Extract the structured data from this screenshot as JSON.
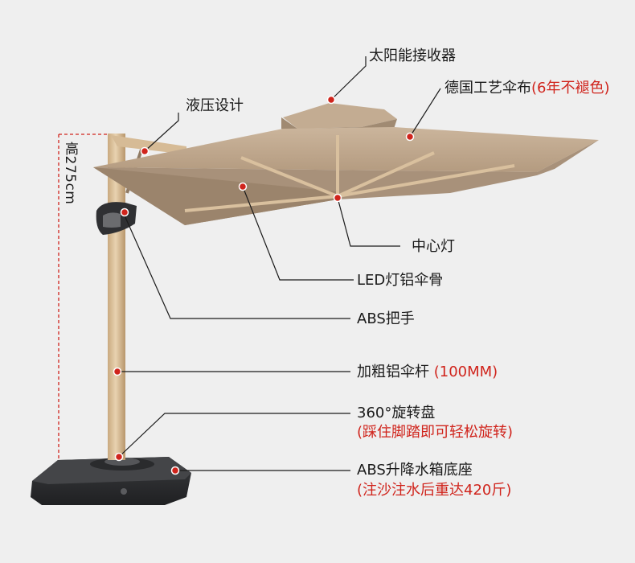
{
  "height_label": "高275cm",
  "labels": {
    "solar": "太阳能接收器",
    "fabric": "德国工艺伞布",
    "fabric_note": "(6年不褪色)",
    "hydraulic": "液压设计",
    "center_light": "中心灯",
    "led_ribs": "LED灯铝伞骨",
    "abs_handle": "ABS把手",
    "pole": "加粗铝伞杆",
    "pole_note": "(100MM)",
    "rotation": "360°旋转盘",
    "rotation_note": "(踩住脚踏即可轻松旋转)",
    "base": "ABS升降水箱底座",
    "base_note": "(注沙注水后重达420斤)"
  },
  "colors": {
    "background": "#efefef",
    "canopy": "#b79f86",
    "frame": "#d4b895",
    "base": "#2b2c2e",
    "accent_red": "#d0241c",
    "line": "#1a1a1a"
  }
}
